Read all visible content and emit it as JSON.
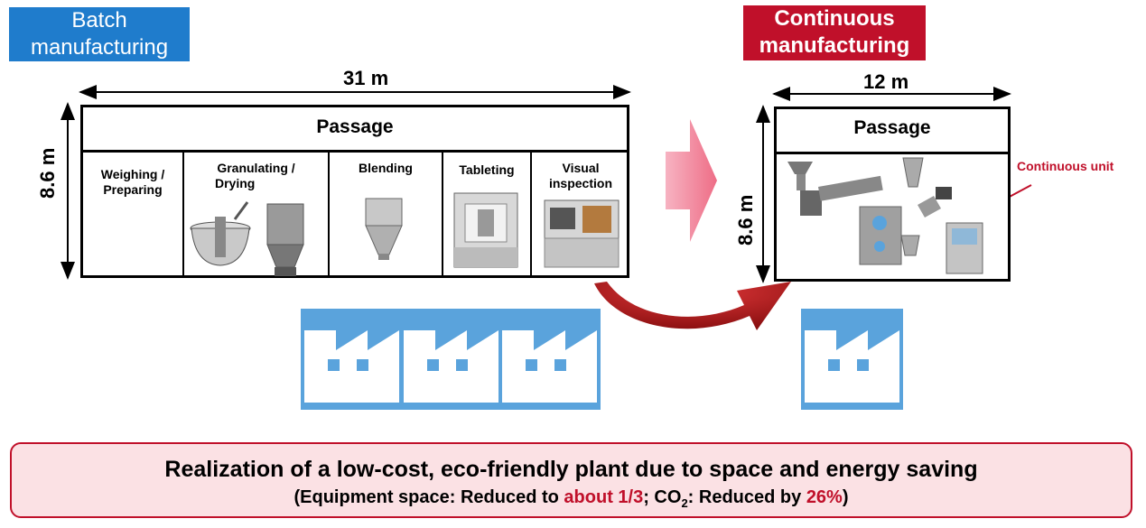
{
  "batch": {
    "title_line1": "Batch",
    "title_line2": "manufacturing",
    "width_label": "31 m",
    "height_label": "8.6 m",
    "passage_label": "Passage",
    "steps": [
      {
        "line1": "Weighing /",
        "line2": "Preparing"
      },
      {
        "line1": "Granulating /",
        "line2": "Drying"
      },
      {
        "line1": "Blending",
        "line2": ""
      },
      {
        "line1": "Tableting",
        "line2": ""
      },
      {
        "line1": "Visual",
        "line2": "inspection"
      }
    ]
  },
  "continuous": {
    "title_line1": "Continuous",
    "title_line2": "manufacturing",
    "width_label": "12 m",
    "height_label": "8.6 m",
    "passage_label": "Passage",
    "unit_label": "Continuous unit"
  },
  "summary": {
    "headline": "Realization of a low-cost, eco-friendly plant due to space and energy saving",
    "sub_open": "(Equipment space: Reduced to ",
    "space_value": "about 1/3",
    "sub_mid": "; CO",
    "co2_subscript": "2",
    "sub_mid2": ": Reduced by ",
    "co2_value": "26%",
    "sub_close": ")"
  },
  "colors": {
    "batch_blue": "#1f7ccc",
    "continuous_red": "#c0102a",
    "factory_blue": "#5aa3dc",
    "summary_bg": "#fbe1e4"
  },
  "icons": [
    "factory-icon",
    "arrow-icon",
    "mixer-icon",
    "dryer-icon",
    "blender-icon",
    "tablet-press-icon",
    "inspection-machine-icon"
  ]
}
